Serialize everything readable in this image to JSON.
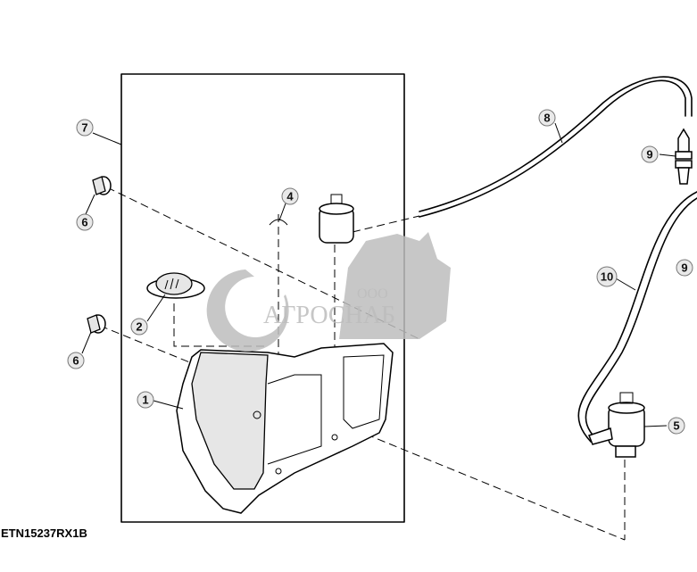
{
  "figure": {
    "id": "ETN15237RX1B",
    "callouts": [
      "7",
      "6",
      "4",
      "2",
      "6",
      "1",
      "8",
      "9",
      "10",
      "9",
      "5"
    ]
  },
  "watermark": {
    "prefix": "ООО",
    "name": "АГРОСНАБ",
    "color": "#bdbdbd"
  }
}
